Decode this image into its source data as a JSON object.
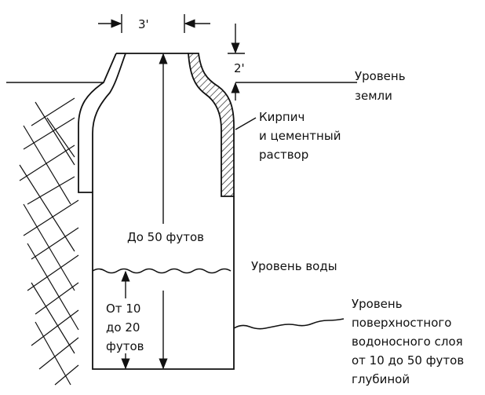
{
  "dimensions": {
    "width_label": "3'",
    "height_label": "2'"
  },
  "labels": {
    "ground_level": [
      "Уровень",
      "земли"
    ],
    "brick": [
      "Кирпич",
      "и цементный",
      "раствор"
    ],
    "depth": "До 50 футов",
    "water_level": "Уровень воды",
    "water_depth": [
      "От 10",
      "до 20",
      "футов"
    ],
    "aquifer": [
      "Уровень",
      "поверхностного",
      "водоносного слоя",
      "от 10 до 50 футов",
      "глубиной"
    ]
  }
}
